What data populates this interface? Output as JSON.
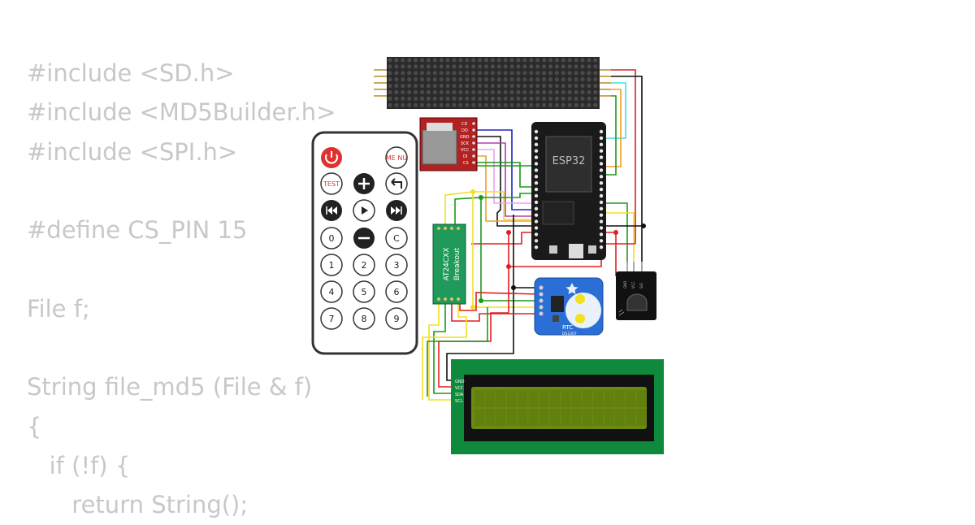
{
  "code_lines": [
    "#include <SD.h>",
    "#include <MD5Builder.h>",
    "#include <SPI.h>",
    "",
    "#define CS_PIN 15",
    "",
    "File f;",
    "",
    "String file_md5 (File & f)",
    "{",
    "   if (!f) {",
    "      return String();"
  ],
  "remote": {
    "power_icon": "power-icon",
    "menu_label": "ME NU",
    "test_label": "TEST",
    "plus_icon": "plus-icon",
    "back_icon": "return-icon",
    "prev_icon": "rewind-icon",
    "play_icon": "play-icon",
    "next_icon": "fast-forward-icon",
    "keys": [
      "0",
      "1",
      "2",
      "3",
      "4",
      "5",
      "6",
      "7",
      "8",
      "9"
    ],
    "minus_icon": "minus-icon",
    "c_label": "C"
  },
  "sd_module": {
    "pins": [
      "CD",
      "DO",
      "GND",
      "SCK",
      "VCC",
      "DI",
      "CS"
    ]
  },
  "esp32": {
    "label": "ESP32"
  },
  "eeprom": {
    "label_line1": "AT24CXX",
    "label_line2": "Breakout"
  },
  "rtc": {
    "label": "RTC",
    "sublabel": "DS1307"
  },
  "lcd": {
    "pins": [
      "GND",
      "VCC",
      "SDA",
      "SCL"
    ]
  },
  "colors": {
    "background": "#ffffff",
    "code_text": "#c8c8c8",
    "matrix": "#2a2a2a",
    "sd_board": "#b22222",
    "esp32_board": "#1a1a1a",
    "eeprom_board": "#1f9a5a",
    "rtc_board": "#2b6fd6",
    "lcd_board": "#0f8a3c",
    "lcd_screen": "#6a8a10",
    "wire_red": "#e02020",
    "wire_black": "#111111",
    "wire_green": "#1a9a1a",
    "wire_yellow": "#f0e020",
    "wire_blue": "#2020c0",
    "wire_cyan": "#40e0e0",
    "wire_orange": "#f0a020"
  }
}
